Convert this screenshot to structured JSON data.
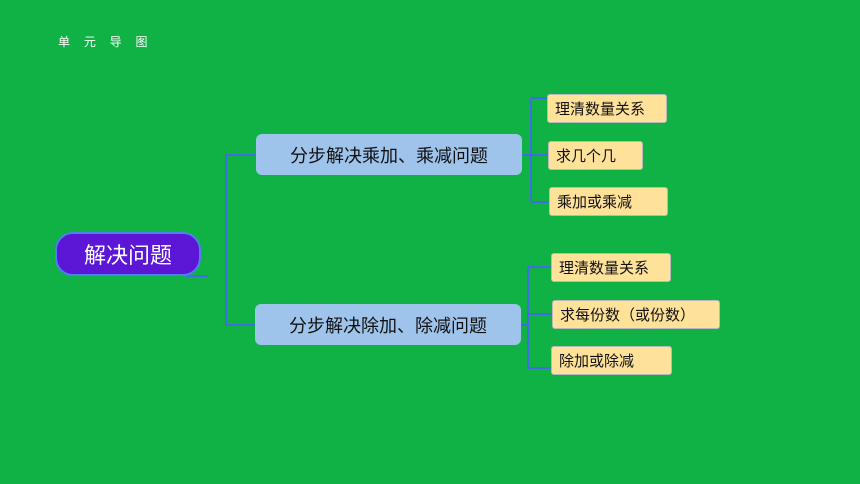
{
  "header": {
    "title": "单 元 导 图"
  },
  "mindmap": {
    "root": {
      "label": "解决问题"
    },
    "branches": [
      {
        "label": "分步解决乘加、乘减问题",
        "leaves": [
          "理清数量关系",
          "求几个几",
          "乘加或乘减"
        ]
      },
      {
        "label": "分步解决除加、除减问题",
        "leaves": [
          "理清数量关系",
          "求每份数（或份数）",
          "除加或除减"
        ]
      }
    ]
  },
  "colors": {
    "background": "#10b145",
    "root_fill": "#5c16d6",
    "root_border": "#4f7ff0",
    "branch_fill": "#9fc4ec",
    "leaf_fill": "#ffe29a",
    "connector": "#3e6ee0"
  }
}
